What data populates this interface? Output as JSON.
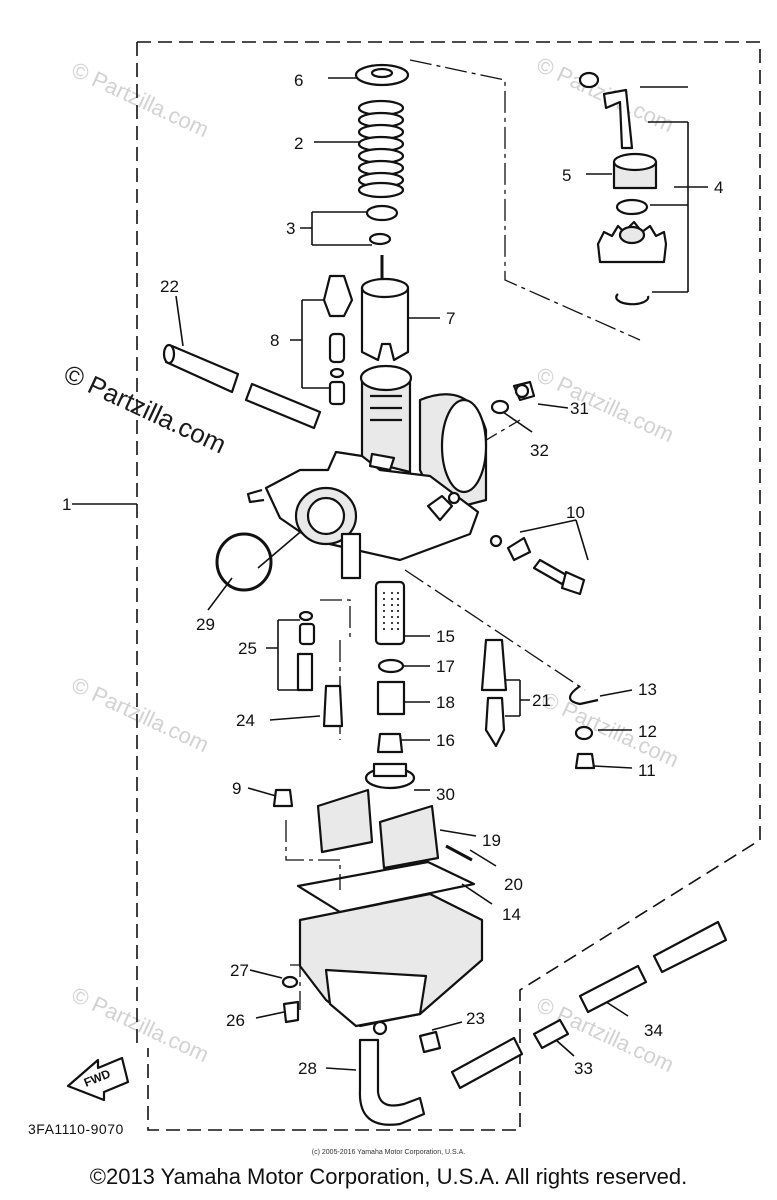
{
  "diagram": {
    "callouts": {
      "c1": "1",
      "c2": "2",
      "c3": "3",
      "c4": "4",
      "c5": "5",
      "c6": "6",
      "c7": "7",
      "c8": "8",
      "c9": "9",
      "c10": "10",
      "c11": "11",
      "c12": "12",
      "c13": "13",
      "c14": "14",
      "c15": "15",
      "c16": "16",
      "c17": "17",
      "c18": "18",
      "c19": "19",
      "c20": "20",
      "c21": "21",
      "c22": "22",
      "c23": "23",
      "c24": "24",
      "c25": "25",
      "c26": "26",
      "c27": "27",
      "c28": "28",
      "c29": "29",
      "c30": "30",
      "c31": "31",
      "c32": "32",
      "c33": "33",
      "c34": "34"
    },
    "fwd_label": "FWD",
    "diagram_code": "3FA1110-9070",
    "watermark_small": "© Partzilla.com",
    "watermark_large": "© Partzilla.com"
  },
  "footer": {
    "small_copyright": "(c) 2005-2016 Yamaha Motor Corporation, U.S.A.",
    "main_copyright": "©2013 Yamaha Motor Corporation, U.S.A. All rights reserved."
  }
}
